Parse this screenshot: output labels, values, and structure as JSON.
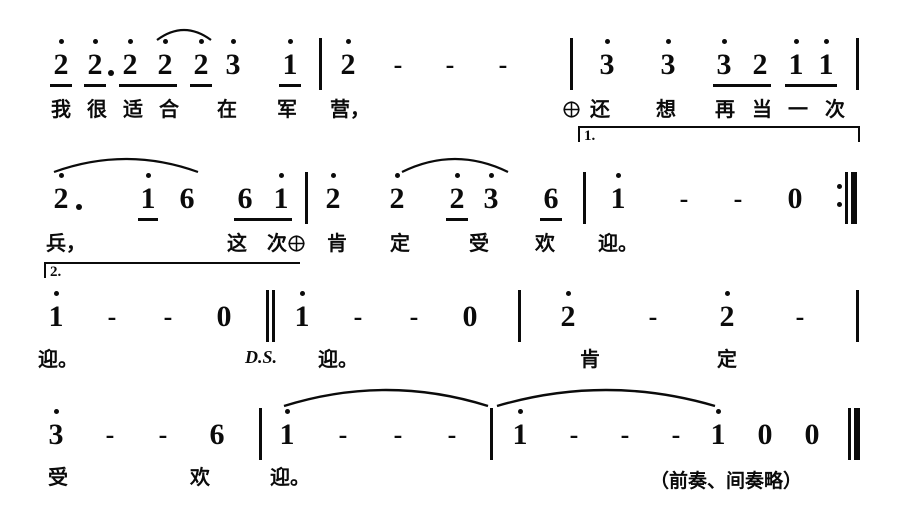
{
  "document": {
    "kind": "jianpu-numbered-music-notation",
    "footnote": "（前奏、间奏略）"
  },
  "marks": {
    "ds": "D.S.",
    "volta1": "1.",
    "volta2": "2.",
    "segno_icon": "segno-circle-cross-icon"
  },
  "systems": [
    {
      "id": "system-1",
      "notes": [
        {
          "num": "2",
          "oct": "up",
          "beam": 1
        },
        {
          "num": "2",
          "oct": "up",
          "dot": true,
          "beam": 1
        },
        {
          "num": "2",
          "oct": "up",
          "beam": 1
        },
        {
          "num": "2",
          "oct": "up",
          "beam": 1
        },
        {
          "num": "2",
          "oct": "up",
          "beam": 1
        },
        {
          "num": "3",
          "oct": "up"
        },
        {
          "num": "1",
          "oct": "up",
          "beam": 1
        },
        {
          "num": "2",
          "oct": "up"
        },
        {
          "num": "-"
        },
        {
          "num": "-"
        },
        {
          "num": "-"
        },
        {
          "num": "3",
          "oct": "up"
        },
        {
          "num": "3",
          "oct": "up"
        },
        {
          "num": "3",
          "oct": "up",
          "beam": 1
        },
        {
          "num": "2",
          "beam": 1
        },
        {
          "num": "1",
          "oct": "up",
          "beam": 1
        },
        {
          "num": "1",
          "oct": "up",
          "beam": 1
        }
      ],
      "lyrics": [
        "我",
        "很",
        "适",
        "合",
        "在",
        "军",
        "营，",
        "还",
        "想",
        "再",
        "当",
        "一",
        "次"
      ]
    },
    {
      "id": "system-2",
      "notes": [
        {
          "num": "2",
          "oct": "up",
          "dot": true
        },
        {
          "num": "1",
          "oct": "up",
          "beam": 1
        },
        {
          "num": "6"
        },
        {
          "num": "6",
          "beam": 1
        },
        {
          "num": "1",
          "oct": "up",
          "beam": 1
        },
        {
          "num": "2",
          "oct": "up"
        },
        {
          "num": "2",
          "oct": "up"
        },
        {
          "num": "2",
          "oct": "up",
          "beam": 1
        },
        {
          "num": "3",
          "oct": "up"
        },
        {
          "num": "6",
          "beam": 1
        },
        {
          "num": "1",
          "oct": "up"
        },
        {
          "num": "-"
        },
        {
          "num": "-"
        },
        {
          "num": "0"
        }
      ],
      "lyrics": [
        "兵，",
        "这",
        "次",
        "肯",
        "定",
        "受",
        "欢",
        "迎。"
      ]
    },
    {
      "id": "system-3",
      "notes": [
        {
          "num": "1",
          "oct": "up"
        },
        {
          "num": "-"
        },
        {
          "num": "-"
        },
        {
          "num": "0"
        },
        {
          "num": "1",
          "oct": "up"
        },
        {
          "num": "-"
        },
        {
          "num": "-"
        },
        {
          "num": "0"
        },
        {
          "num": "2",
          "oct": "up"
        },
        {
          "num": "-"
        },
        {
          "num": "2",
          "oct": "up"
        },
        {
          "num": "-"
        }
      ],
      "lyrics": [
        "迎。",
        "迎。",
        "肯",
        "定"
      ]
    },
    {
      "id": "system-4",
      "notes": [
        {
          "num": "3",
          "oct": "up"
        },
        {
          "num": "-"
        },
        {
          "num": "-"
        },
        {
          "num": "6"
        },
        {
          "num": "1",
          "oct": "up"
        },
        {
          "num": "-"
        },
        {
          "num": "-"
        },
        {
          "num": "-"
        },
        {
          "num": "1",
          "oct": "up"
        },
        {
          "num": "-"
        },
        {
          "num": "-"
        },
        {
          "num": "-"
        },
        {
          "num": "1",
          "oct": "up"
        },
        {
          "num": "0"
        },
        {
          "num": "0"
        }
      ],
      "lyrics": [
        "受",
        "欢",
        "迎。"
      ]
    }
  ]
}
